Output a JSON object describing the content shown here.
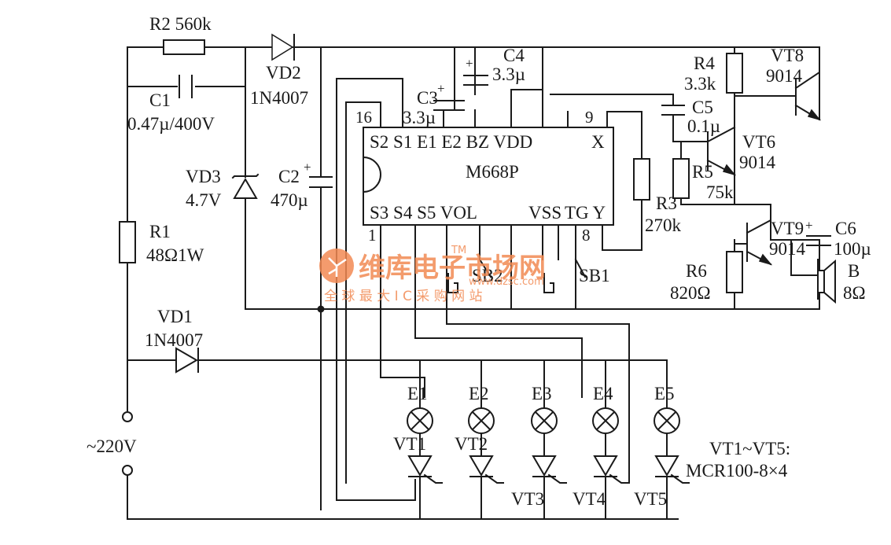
{
  "ic": {
    "name": "M668P",
    "top_pins": "S2 S1 E1 E2 BZ VDD",
    "top_x": "X",
    "bot_pins": "S3 S4 S5 VOL",
    "bot_vss": "VSS",
    "bot_rest": "TG Y",
    "pin16": "16",
    "pin1": "1",
    "pin9": "9",
    "pin8": "8"
  },
  "parts": {
    "r2": "R2 560k",
    "c1": "C1",
    "c1_val": "0.47µ/400V",
    "vd2": "VD2",
    "vd2_val": "1N4007",
    "vd3": "VD3",
    "vd3_val": "4.7V",
    "c2": "C2",
    "c2_val": "470µ",
    "c3": "C3",
    "c3_val": "3.3µ",
    "c4": "C4",
    "c4_val": "3.3µ",
    "r1": "R1",
    "r1_val": "48Ω1W",
    "vd1": "VD1",
    "vd1_val": "1N4007",
    "mains": "~220V",
    "r4": "R4",
    "r4_val": "3.3k",
    "c5": "C5",
    "c5_val": "0.1µ",
    "vt8": "VT8",
    "vt8_val": "9014",
    "vt6": "VT6",
    "vt6_val": "9014",
    "r5": "R5",
    "r5_val": "75k",
    "r3": "R3",
    "r3_val": "270k",
    "vt9": "VT9",
    "vt9_val": "9014",
    "c6": "C6",
    "c6_val": "100µ",
    "r6": "R6",
    "r6_val": "820Ω",
    "spk": "B",
    "spk_val": "8Ω",
    "sb1": "SB1",
    "sb2": "SB2",
    "plus": "+"
  },
  "lamps": [
    "E1",
    "E2",
    "E3",
    "E4",
    "E5"
  ],
  "scrs": [
    "VT1",
    "VT2",
    "VT3",
    "VT4",
    "VT5"
  ],
  "scr_note_1": "VT1~VT5:",
  "scr_note_2": "MCR100-8×4",
  "watermark": {
    "brand": "维库电子市场网",
    "slogan": "全 球 最 大 I C 采 购 网 站",
    "url": "www.dzsc.com",
    "mark": "TM"
  }
}
